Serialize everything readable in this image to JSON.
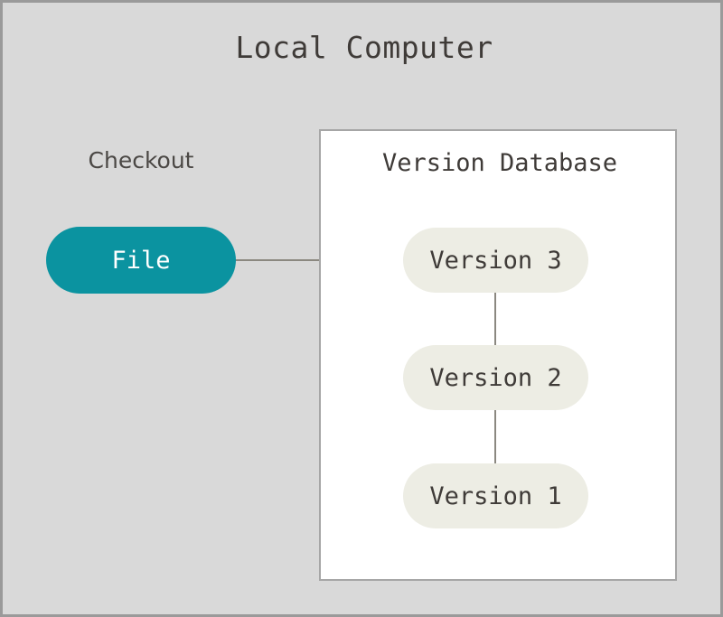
{
  "diagram": {
    "title": "Local Computer",
    "background_color": "#d9d9d9",
    "border_color": "#9a9a9a",
    "checkout": {
      "label": "Checkout",
      "node_label": "File",
      "node_color": "#0b93a0",
      "node_text_color": "#ffffff"
    },
    "version_database": {
      "title": "Version Database",
      "background_color": "#ffffff",
      "border_color": "#a6a6a6",
      "node_color": "#edede4",
      "node_text_color": "#3f3b38",
      "versions": [
        {
          "label": "Version 3"
        },
        {
          "label": "Version 2"
        },
        {
          "label": "Version 1"
        }
      ]
    },
    "connectors": [
      {
        "name": "file-to-version-3",
        "from": "File",
        "to": "Version 3",
        "orientation": "horizontal"
      },
      {
        "name": "version-3-to-version-2",
        "from": "Version 3",
        "to": "Version 2",
        "orientation": "vertical"
      },
      {
        "name": "version-2-to-version-1",
        "from": "Version 2",
        "to": "Version 1",
        "orientation": "vertical"
      }
    ],
    "connector_color": "#8b8880"
  }
}
